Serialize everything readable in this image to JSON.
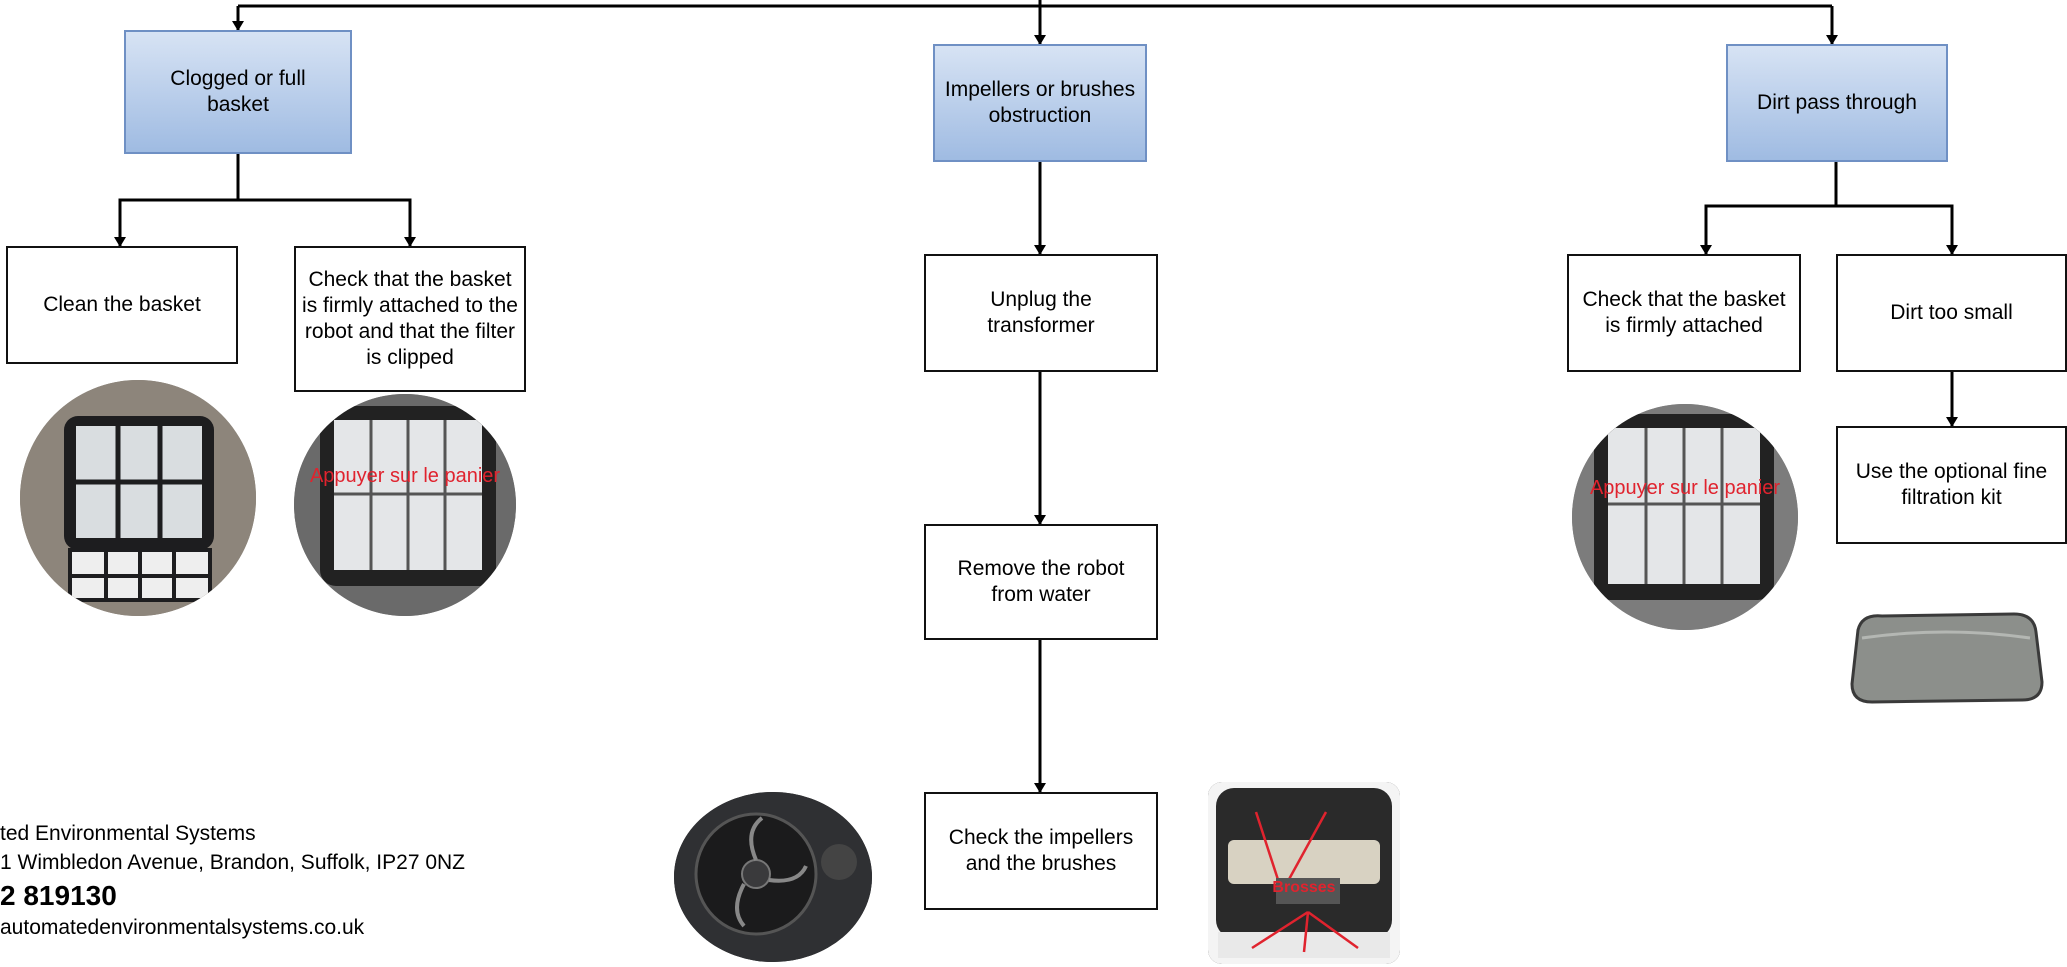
{
  "causes": {
    "basket": "Clogged or full basket",
    "impellers": "Impellers or brushes obstruction",
    "dirt": "Dirt pass through"
  },
  "steps": {
    "clean_basket": "Clean the basket",
    "check_basket_clipped": "Check that the basket is firmly attached to the robot and that the filter is clipped",
    "unplug": "Unplug the transformer",
    "remove_robot": "Remove the robot from water",
    "check_impellers": "Check the impellers and the brushes",
    "check_basket_attached": "Check that the basket is firmly attached",
    "dirt_too_small": "Dirt too small",
    "fine_filtration": "Use the optional fine filtration kit"
  },
  "photo_labels": {
    "press_basket_1": "Appuyer sur le panier",
    "press_basket_2": "Appuyer sur le panier",
    "brushes": "Brosses"
  },
  "icons": {
    "clean_basket_photo": "filter-basket-photo-icon",
    "press_basket_photo_1": "basket-in-robot-photo-icon",
    "impeller_photo": "impeller-photo-icon",
    "brushes_photo": "robot-brushes-photo-icon",
    "press_basket_photo_2": "basket-in-robot-photo-icon",
    "fine_filter_photo": "fine-filter-bag-photo-icon"
  },
  "footer": {
    "company": "ted Environmental Systems",
    "address": "1 Wimbledon Avenue, Brandon, Suffolk, IP27 0NZ",
    "phone": "2 819130",
    "website": "automatedenvironmentalsystems.co.uk"
  },
  "colors": {
    "cause_fill_top": "#d7e3f4",
    "cause_fill_bottom": "#9fbbe2",
    "cause_border": "#6f90c4",
    "photo_label": "#e0232e"
  }
}
